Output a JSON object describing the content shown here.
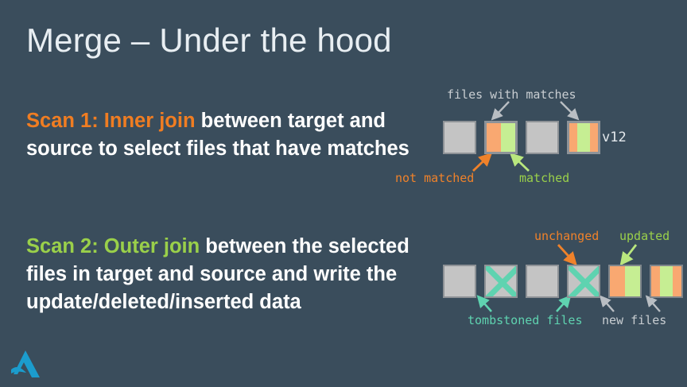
{
  "slide": {
    "title": "Merge – Under the hood",
    "background_color": "#3a4d5c"
  },
  "colors": {
    "accent_orange": "#f07d22",
    "accent_green": "#9ad04a",
    "accent_teal": "#5fd3b0",
    "fill_orange": "#f9a871",
    "fill_green": "#c6ee93",
    "fill_gray": "#c4c4c4",
    "text_white": "#ffffff",
    "text_gray": "#c9ced2"
  },
  "body": {
    "scan1": {
      "highlight": "Scan 1: Inner join",
      "rest": " between target and source to select files that have matches"
    },
    "scan2": {
      "highlight": "Scan 2: Outer join",
      "rest": " between the selected files in target and source and write the update/deleted/inserted data"
    }
  },
  "diagram_top": {
    "caption": "files with matches",
    "label_not_matched": "not matched",
    "label_matched": "matched",
    "version_tag": "v12",
    "boxes": [
      {
        "name": "file-box-plain-1",
        "type": "gray",
        "segments": []
      },
      {
        "name": "file-box-matched-1",
        "type": "outlined",
        "segments": [
          {
            "color": "orange",
            "width": 50
          },
          {
            "color": "green",
            "width": 50
          }
        ]
      },
      {
        "name": "file-box-plain-2",
        "type": "gray",
        "segments": []
      },
      {
        "name": "file-box-matched-2",
        "type": "outlined",
        "segments": [
          {
            "color": "orange",
            "width": 28
          },
          {
            "color": "green",
            "width": 44
          },
          {
            "color": "orange",
            "width": 28
          }
        ]
      }
    ]
  },
  "diagram_bottom": {
    "label_unchanged": "unchanged",
    "label_updated": "updated",
    "label_tombstoned": "tombstoned files",
    "label_new_files": "new files",
    "boxes": [
      {
        "name": "file-box-plain-1",
        "type": "gray",
        "tombstoned": false,
        "segments": []
      },
      {
        "name": "file-box-tombstoned-1",
        "type": "gray",
        "tombstoned": true,
        "segments": []
      },
      {
        "name": "file-box-plain-2",
        "type": "gray",
        "tombstoned": false,
        "segments": []
      },
      {
        "name": "file-box-tombstoned-2",
        "type": "gray",
        "tombstoned": true,
        "segments": []
      },
      {
        "name": "file-box-new-1",
        "type": "plain",
        "tombstoned": false,
        "segments": [
          {
            "color": "orange",
            "width": 50
          },
          {
            "color": "green",
            "width": 50
          }
        ]
      },
      {
        "name": "file-box-new-2",
        "type": "plain",
        "tombstoned": false,
        "segments": [
          {
            "color": "orange",
            "width": 28
          },
          {
            "color": "green",
            "width": 44
          },
          {
            "color": "orange",
            "width": 28
          }
        ]
      }
    ]
  },
  "logo": {
    "name": "delta-lake-logo",
    "color": "#1b9ccd"
  }
}
